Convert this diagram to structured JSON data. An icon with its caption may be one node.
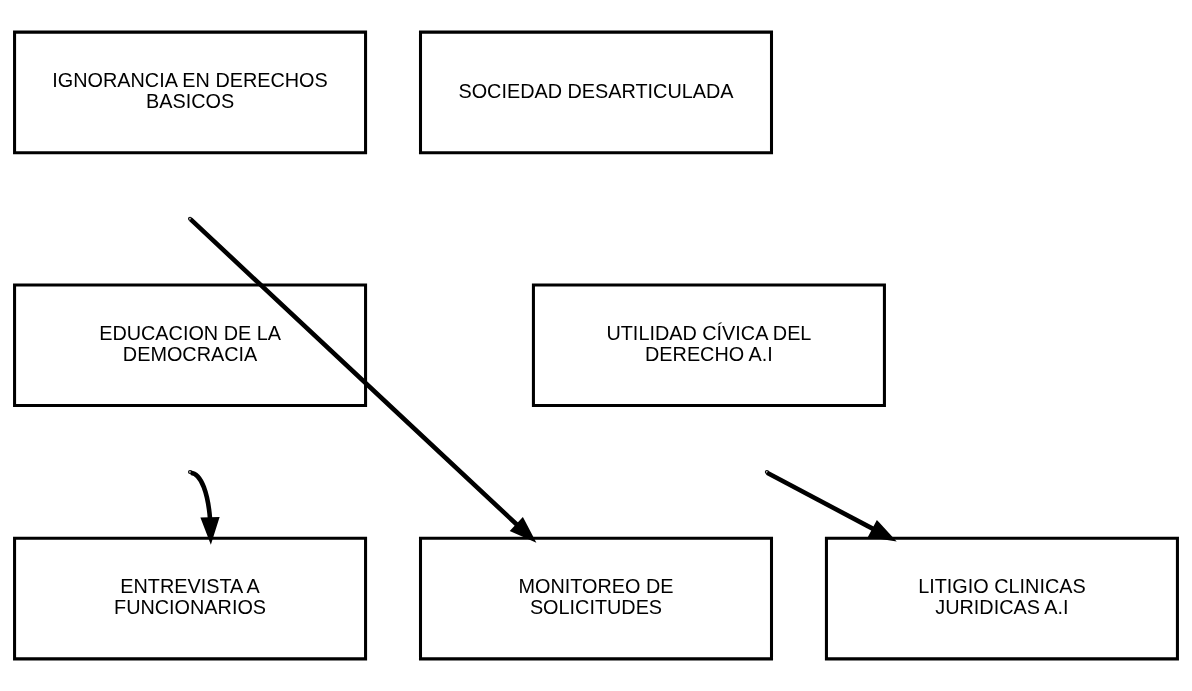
{
  "diagram": {
    "nodes": [
      {
        "text": [
          "IGNORANCIA EN DERECHOS BASICOS"
        ]
      },
      {
        "text": [
          "SOCIEDAD DESARTICULADA"
        ]
      },
      {
        "text": [
          "EDUCACION DE LA DEMOCRACIA"
        ]
      },
      {
        "text": [
          "UTILIDAD CÍVICA DEL DERECHO A.I"
        ]
      },
      {
        "text": [
          "ENTREVISTA A FUNCIONARIOS"
        ]
      },
      {
        "text": [
          "MONITOREO DE SOLICITUDES"
        ]
      },
      {
        "text": [
          "LITIGIO CLINICAS JURIDICAS A.I"
        ]
      }
    ],
    "edges": [
      {
        "from": null,
        "to": 4,
        "arrow": "to"
      },
      {
        "from": null,
        "to": 5,
        "arrow": "to"
      },
      {
        "from": null,
        "to": 6,
        "arrow": "to"
      }
    ]
  }
}
